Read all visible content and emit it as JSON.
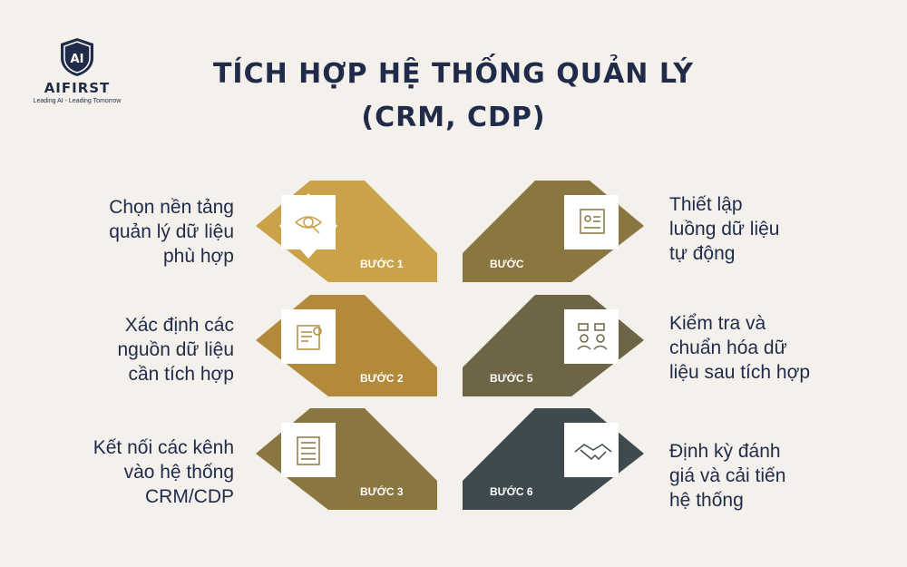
{
  "brand": {
    "name": "AIFIRST",
    "mark": "AI",
    "tagline": "Leading AI - Leading Tomorrow"
  },
  "title": {
    "line1": "TÍCH HỢP HỆ THỐNG QUẢN LÝ",
    "line2": "(CRM, CDP)"
  },
  "colors": {
    "background": "#f4f1ec",
    "navy": "#1f2b48",
    "gold": "#c9a24a",
    "olive": "#8a7640",
    "slate": "#3f4a4e"
  },
  "steps": [
    {
      "label": "BƯỚC 1",
      "icon": "eye-search-icon",
      "description": [
        "Chọn nền tảng",
        "quản lý dữ liệu",
        "phù hợp"
      ]
    },
    {
      "label": "BƯỚC 2",
      "icon": "certificate-icon",
      "description": [
        "Xác định các",
        "nguồn dữ liệu",
        "cần tích hợp"
      ]
    },
    {
      "label": "BƯỚC 3",
      "icon": "document-list-icon",
      "description": [
        "Kết nối các kênh",
        "vào hệ thống",
        "CRM/CDP"
      ]
    },
    {
      "label": "BƯỚC",
      "icon": "profile-document-icon",
      "description": [
        "Thiết lập",
        "luồng dữ liệu",
        "tự động"
      ]
    },
    {
      "label": "BƯỚC 5",
      "icon": "people-chat-icon",
      "description": [
        "Kiểm tra và",
        "chuẩn hóa dữ",
        "liệu sau tích hợp"
      ]
    },
    {
      "label": "BƯỚC 6",
      "icon": "handshake-icon",
      "description": [
        "Định kỳ đánh",
        "giá và cải tiến",
        "hệ thống"
      ]
    }
  ]
}
